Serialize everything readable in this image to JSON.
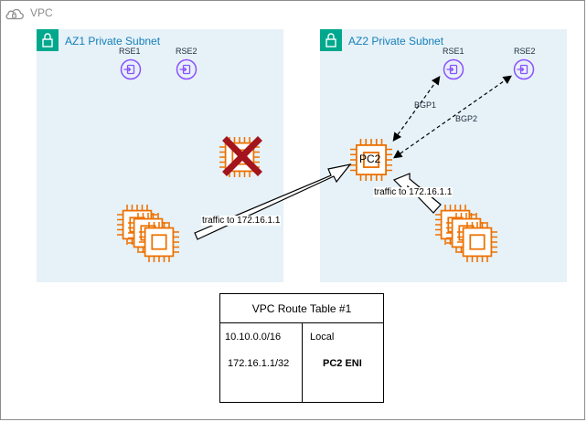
{
  "vpc": {
    "label": "VPC"
  },
  "subnets": [
    {
      "label": "AZ1 Private Subnet",
      "rse1": "RSE1",
      "rse2": "RSE2"
    },
    {
      "label": "AZ2 Private Subnet",
      "rse1": "RSE1",
      "rse2": "RSE2"
    }
  ],
  "nodes": {
    "pc2": "PC2"
  },
  "links": {
    "bgp1": "BGP1",
    "bgp2": "BGP2",
    "traffic_az1": "traffic to 172.16.1.1",
    "traffic_az2": "traffic to 172.16.1.1"
  },
  "route_table": {
    "title": "VPC Route Table #1",
    "rows": [
      {
        "destination": "10.10.0.0/16",
        "target": "Local"
      },
      {
        "destination": "172.16.1.1/32",
        "target": "PC2 ENI"
      }
    ]
  },
  "colors": {
    "subnet_fill": "#e6f2f8",
    "subnet_text": "#147eba",
    "lock_badge": "#01a88d",
    "instance": "#ed7100",
    "endpoint": "#8c4fff",
    "failure_x": "#a3141c"
  }
}
